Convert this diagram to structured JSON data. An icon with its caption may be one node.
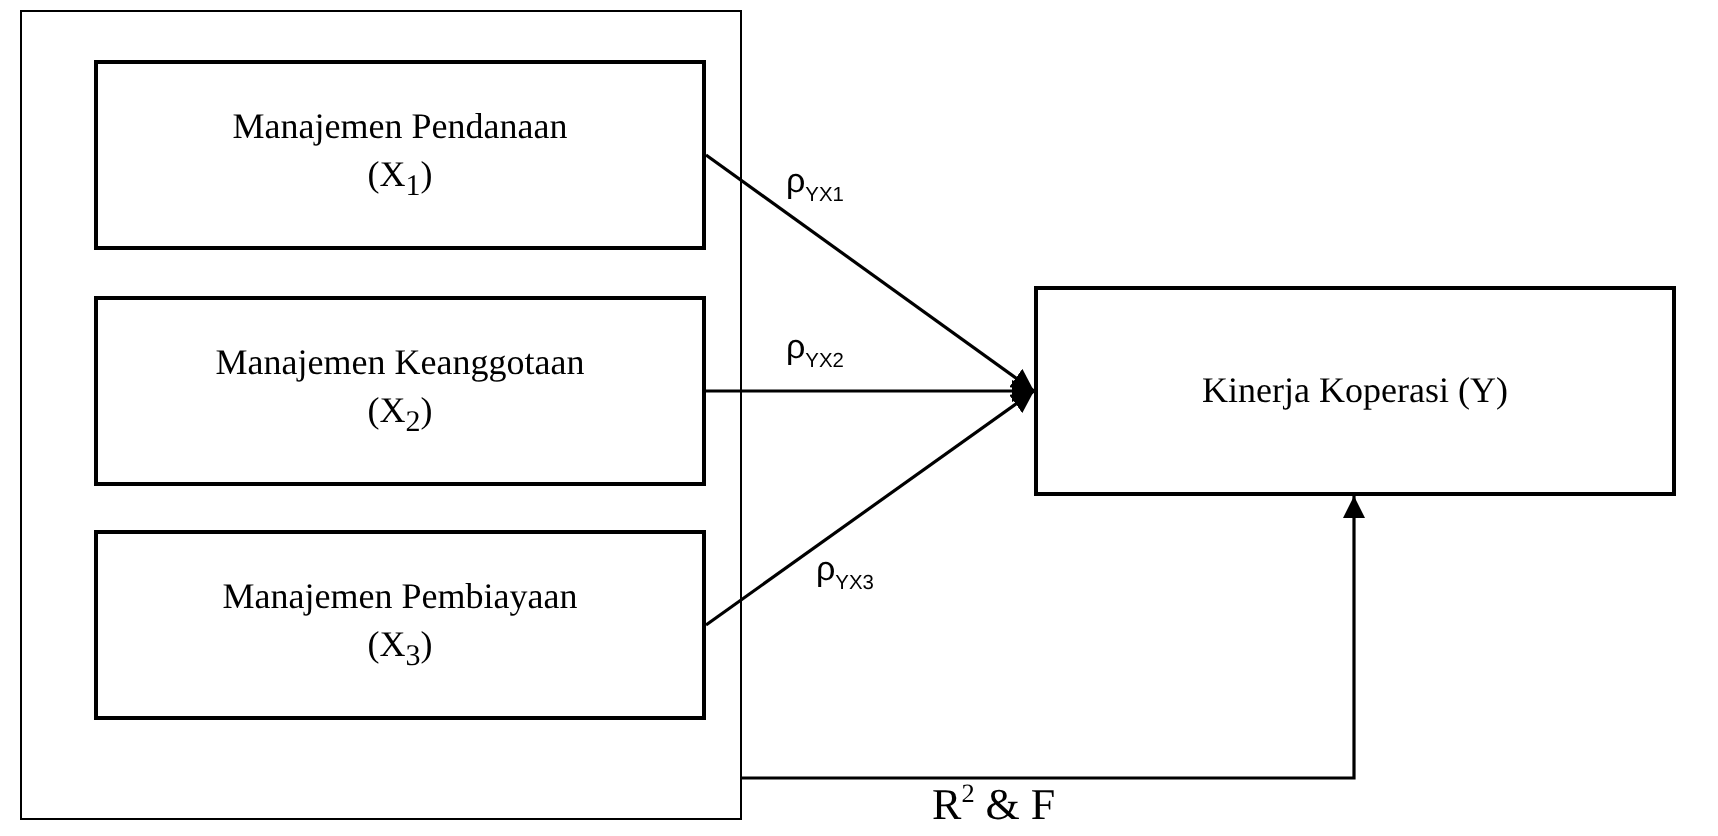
{
  "diagram": {
    "nodes": [
      {
        "text": [],
        "shape": "box"
      },
      {
        "text": [
          "Manajemen Pendanaan",
          "(X$_{1}$)"
        ],
        "in": 0
      },
      {
        "text": [
          "Manajemen Keanggotaan",
          "(X$_{2}$)"
        ],
        "in": 0
      },
      {
        "text": [
          "Manajemen Pembiayaan",
          "(X$_{3}$)"
        ],
        "in": 0
      },
      {
        "text": [
          "Kinerja Koperasi (Y)"
        ]
      }
    ],
    "edges": [
      {
        "from": 1,
        "to": 4,
        "arrow": "to",
        "label": "ρ$_{YX1}$"
      },
      {
        "from": 2,
        "to": 4,
        "arrow": "to",
        "label": "ρ$_{YX2}$"
      },
      {
        "from": 3,
        "to": 4,
        "arrow": "to",
        "label": "ρ$_{YX3}$"
      },
      {
        "from": 0,
        "to": 4,
        "arrow": "to",
        "label": "R$^{2}$ & F"
      }
    ]
  }
}
